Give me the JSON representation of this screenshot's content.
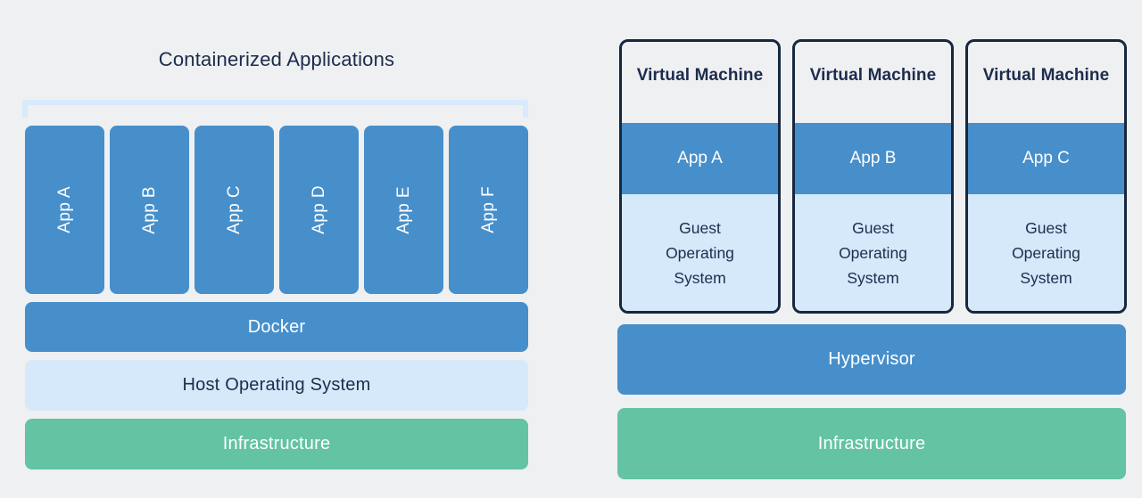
{
  "colors": {
    "background": "#EEF0F2",
    "blue": "#478FCB",
    "light_blue": "#D5E9FA",
    "green": "#63C3A3",
    "navy": "#1D2C4C",
    "border_navy": "#17273F",
    "bracket_blue": "#D8EAFB",
    "white": "#FFFFFF"
  },
  "containers": {
    "title": "Containerized Applications",
    "apps": [
      "App A",
      "App B",
      "App C",
      "App D",
      "App E",
      "App F"
    ],
    "layers": [
      {
        "label": "Docker"
      },
      {
        "label": "Host Operating System"
      },
      {
        "label": "Infrastructure"
      }
    ]
  },
  "vms": {
    "boxes": [
      {
        "title": "Virtual Machine",
        "app": "App A",
        "os": "Guest Operating System"
      },
      {
        "title": "Virtual Machine",
        "app": "App B",
        "os": "Guest Operating System"
      },
      {
        "title": "Virtual Machine",
        "app": "App C",
        "os": "Guest Operating System"
      }
    ],
    "layers": [
      {
        "label": "Hypervisor"
      },
      {
        "label": "Infrastructure"
      }
    ]
  }
}
